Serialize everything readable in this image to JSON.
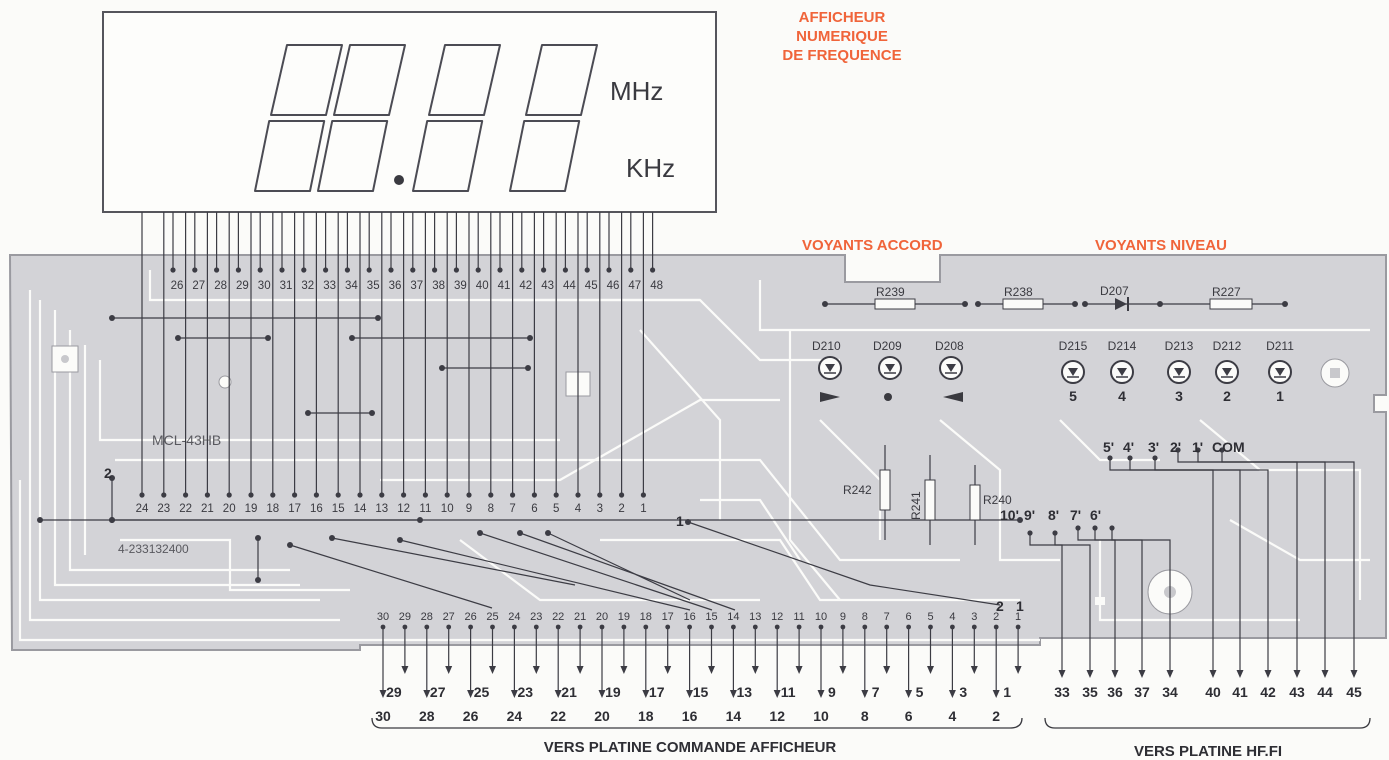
{
  "title_lines": [
    "AFFICHEUR",
    "NUMERIQUE",
    "DE FREQUENCE"
  ],
  "units": {
    "mhz": "MHz",
    "khz": "KHz"
  },
  "section_labels": {
    "accord": "VOYANTS ACCORD",
    "niveau": "VOYANTS NIVEAU"
  },
  "board_labels": {
    "board_name": "MCL-43HB",
    "board_code": "4-233132400"
  },
  "display_pins_top": [
    "26",
    "27",
    "28",
    "29",
    "30",
    "31",
    "32",
    "33",
    "34",
    "35",
    "36",
    "37",
    "38",
    "39",
    "40",
    "41",
    "42",
    "43",
    "44",
    "45",
    "46",
    "47",
    "48"
  ],
  "display_pins_bottom": [
    "24",
    "23",
    "22",
    "21",
    "20",
    "19",
    "18",
    "17",
    "16",
    "15",
    "14",
    "13",
    "12",
    "11",
    "10",
    "9",
    "8",
    "7",
    "6",
    "5",
    "4",
    "3",
    "2",
    "1"
  ],
  "connector_pins": [
    "30",
    "29",
    "28",
    "27",
    "26",
    "25",
    "24",
    "23",
    "22",
    "21",
    "20",
    "19",
    "18",
    "17",
    "16",
    "15",
    "14",
    "13",
    "12",
    "11",
    "10",
    "9",
    "8",
    "7",
    "6",
    "5",
    "4",
    "3",
    "2",
    "1"
  ],
  "output_odd": [
    "29",
    "27",
    "25",
    "23",
    "21",
    "19",
    "17",
    "15",
    "13",
    "11",
    "9",
    "7",
    "5",
    "3",
    "1"
  ],
  "output_even": [
    "30",
    "28",
    "26",
    "24",
    "22",
    "20",
    "18",
    "16",
    "14",
    "12",
    "10",
    "8",
    "6",
    "4",
    "2"
  ],
  "hf_outputs": [
    "33",
    "35",
    "36",
    "37",
    "34",
    "40",
    "41",
    "42",
    "43",
    "44",
    "45"
  ],
  "resistors": {
    "r239": "R239",
    "r238": "R238",
    "r227": "R227",
    "r242": "R242",
    "r241": "R241",
    "r240": "R240"
  },
  "diodes": {
    "d207": "D207"
  },
  "accord_leds": [
    "D210",
    "D209",
    "D208"
  ],
  "niveau_leds": [
    {
      "id": "D215",
      "num": "5"
    },
    {
      "id": "D214",
      "num": "4"
    },
    {
      "id": "D213",
      "num": "3"
    },
    {
      "id": "D212",
      "num": "2"
    },
    {
      "id": "D211",
      "num": "1"
    }
  ],
  "level_pins": [
    "5'",
    "4'",
    "3'",
    "2'",
    "1'"
  ],
  "com_label": "COM",
  "tuning_pins": [
    "10'",
    "9'",
    "8'",
    "7'",
    "6'"
  ],
  "misc_labels": {
    "left_two": "2",
    "mid_one": "1",
    "right_two": "2",
    "right_one": "1"
  },
  "bottom_labels": {
    "commande": "VERS PLATINE COMMANDE AFFICHEUR",
    "hf": "VERS PLATINE HF.FI"
  }
}
